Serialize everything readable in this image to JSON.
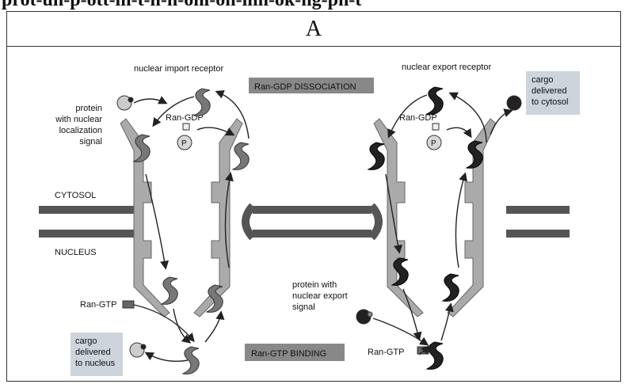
{
  "header_text": "prot-uh-p-ott-in-t-n-n-onl-oh-inh-ok-ng-ph-t",
  "column_label": "A",
  "labels": {
    "nuclear_import_receptor": "nuclear import receptor",
    "ran_gdp_dissociation": "Ran-GDP DISSOCIATION",
    "nuclear_export_receptor": "nuclear export receptor",
    "cargo_to_cytosol": [
      "cargo",
      "delivered",
      "to cytosol"
    ],
    "protein_nls": [
      "protein",
      "with nuclear",
      "localization",
      "signal"
    ],
    "ran_gdp_left": "Ran-GDP",
    "ran_gdp_right": "Ran-GDP",
    "plus": "+",
    "p_symbol": "P",
    "cytosol": "CYTOSOL",
    "nucleus": "NUCLEUS",
    "protein_nes": [
      "protein with",
      "nuclear export",
      "signal"
    ],
    "ran_gtp_left": "Ran-GTP",
    "ran_gtp_right": "Ran-GTP",
    "cargo_to_nucleus": [
      "cargo",
      "delivered",
      "to nucleus"
    ],
    "ran_gtp_binding": "Ran-GTP BINDING"
  }
}
